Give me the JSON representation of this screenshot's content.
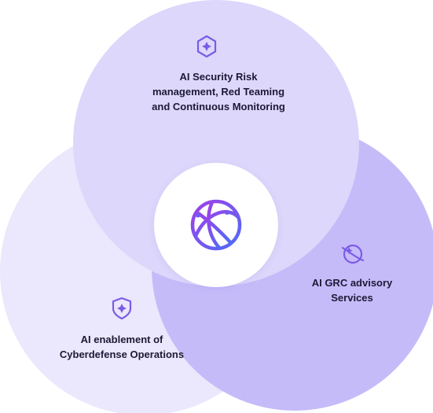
{
  "diagram": {
    "type": "venn",
    "center": {
      "icon": "globe-network-icon"
    },
    "circles": [
      {
        "id": "top",
        "icon": "hexagon-sparkle-icon",
        "lines": [
          "AI Security Risk",
          "management, Red Teaming",
          "and Continuous Monitoring"
        ],
        "fill": "#ddd7fb"
      },
      {
        "id": "right",
        "icon": "planet-sparkle-icon",
        "lines": [
          "AI GRC advisory",
          "Services"
        ],
        "fill": "#c6bbf9"
      },
      {
        "id": "left",
        "icon": "shield-sparkle-icon",
        "lines": [
          "AI enablement of",
          "Cyberdefense Operations"
        ],
        "fill": "#ebe7fc"
      }
    ],
    "colors": {
      "accent": "#7b5ce6",
      "text": "#1c1a36",
      "center_fill": "#ffffff",
      "globe_gradient_start": "#a040e8",
      "globe_gradient_end": "#4f6cf5"
    }
  }
}
